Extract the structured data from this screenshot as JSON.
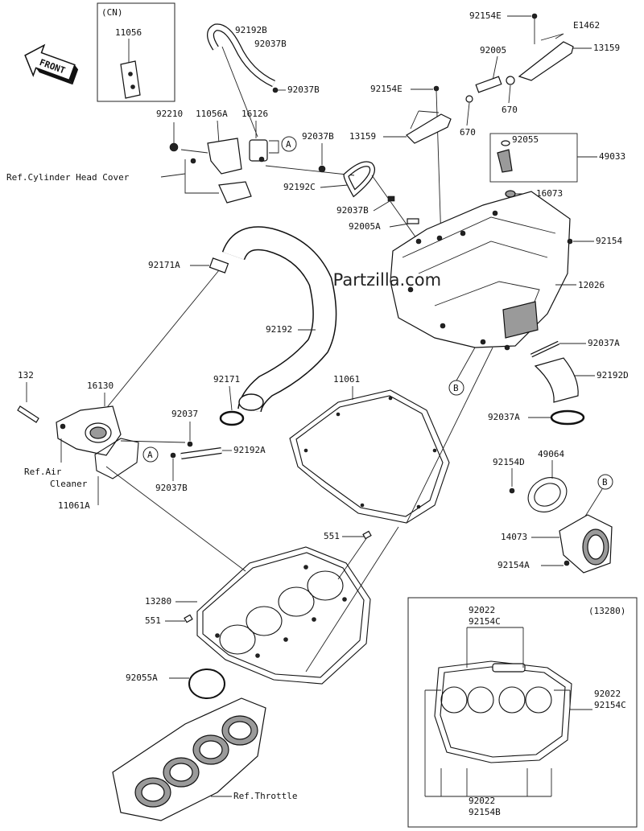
{
  "diagram": {
    "code": "E1462",
    "watermark": "© Partzilla.com",
    "front_label": "FRONT",
    "cn_box": {
      "title": "(CN)",
      "part": "11056"
    },
    "inset_box": {
      "title": "(13280)",
      "labels": [
        "92022",
        "92154C",
        "92022",
        "92154C",
        "92022",
        "92154B"
      ]
    },
    "callouts": {
      "c11056A": "11056A",
      "c92210": "92210",
      "c16126": "16126",
      "c92192B": "92192B",
      "c92037B_1": "92037B",
      "c92037B_2": "92037B",
      "c92037B_3": "92037B",
      "c92037B_4": "92037B",
      "c92037B_5": "92037B",
      "c92154E_1": "92154E",
      "c92154E_2": "92154E",
      "c13159_1": "13159",
      "c13159_2": "13159",
      "c92005": "92005",
      "c670_1": "670",
      "c670_2": "670",
      "c92055": "92055",
      "c49033": "49033",
      "c16073": "16073",
      "c92192C": "92192C",
      "c92005A": "92005A",
      "c92154": "92154",
      "c92171A": "92171A",
      "c12026": "12026",
      "c92192": "92192",
      "c92037A_1": "92037A",
      "c92037A_2": "92037A",
      "c92192D": "92192D",
      "c11061": "11061",
      "c132": "132",
      "c16130": "16130",
      "c92171": "92171",
      "c92037": "92037",
      "c92192A": "92192A",
      "c11061A": "11061A",
      "c92154D": "92154D",
      "c49064": "49064",
      "c14073": "14073",
      "c92154A": "92154A",
      "c551_1": "551",
      "c551_2": "551",
      "c13280": "13280",
      "c92055A": "92055A"
    },
    "refs": {
      "cylinder_head_cover": "Ref.Cylinder Head Cover",
      "air_cleaner_1": "Ref.Air",
      "air_cleaner_2": "Cleaner",
      "throttle": "Ref.Throttle"
    },
    "markers": {
      "a1": "A",
      "a2": "A",
      "b1": "B",
      "b2": "B"
    }
  }
}
